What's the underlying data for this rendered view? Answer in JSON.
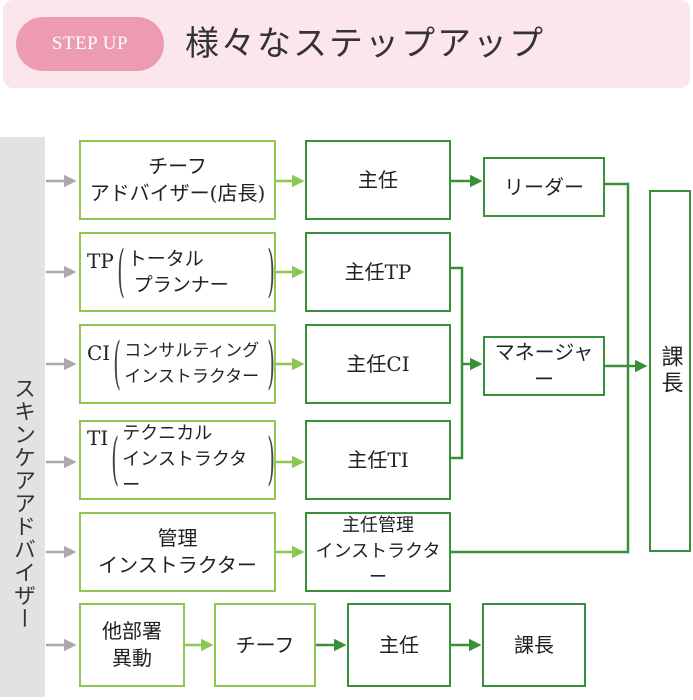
{
  "banner": {
    "badge": "STEP UP",
    "title": "様々なステップアップ"
  },
  "sidebar": {
    "label": "スキンケアアドバイザー"
  },
  "row1": {
    "start_line1": "チーフ",
    "start_line2": "アドバイザー(店長)",
    "mid": "主任",
    "end": "リーダー"
  },
  "row2": {
    "prefix": "TP",
    "line1": "トータル",
    "line2": "プランナー",
    "mid": "主任TP"
  },
  "row3": {
    "prefix": "CI",
    "line1": "コンサルティング",
    "line2": "インストラクター",
    "mid": "主任CI"
  },
  "row4": {
    "prefix": "TI",
    "line1": "テクニカル",
    "line2": "インストラクター",
    "mid": "主任TI"
  },
  "row5": {
    "start_line1": "管理",
    "start_line2": "インストラクター",
    "mid_line1": "主任管理",
    "mid_line2": "インストラクター"
  },
  "manager": "マネージャー",
  "kacho": "課長",
  "row6": {
    "start_line1": "他部署",
    "start_line2": "異動",
    "step2": "チーフ",
    "step3": "主任",
    "step4": "課長"
  },
  "colors": {
    "light_green": "#8dc650",
    "dark_green": "#3a8f3a",
    "pink": "#ec9bb2",
    "banner_bg": "#fbe6ec",
    "gray": "#e2e2e2"
  }
}
